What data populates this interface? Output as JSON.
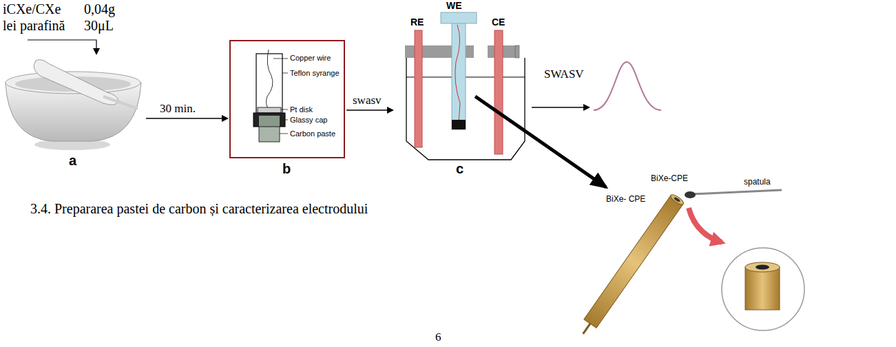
{
  "diagram": {
    "caption": "3.4. Prepararea pastei de carbon și caracterizarea electrodului",
    "nodes": [
      {
        "text": [
          "Copper wire",
          "Teflon syrange",
          "Pt disk",
          "Glassy cap",
          "Carbon paste"
        ]
      }
    ],
    "labels": [
      "iCXe/CXe",
      "0,04g",
      "lei parafină",
      "30μL",
      "a",
      "30 min.",
      "b",
      "swasv",
      "RE",
      "WE",
      "CE",
      "c",
      "SWASV",
      "BiXe-CPE",
      "BiXe- CPE",
      "spatula",
      "6"
    ]
  }
}
